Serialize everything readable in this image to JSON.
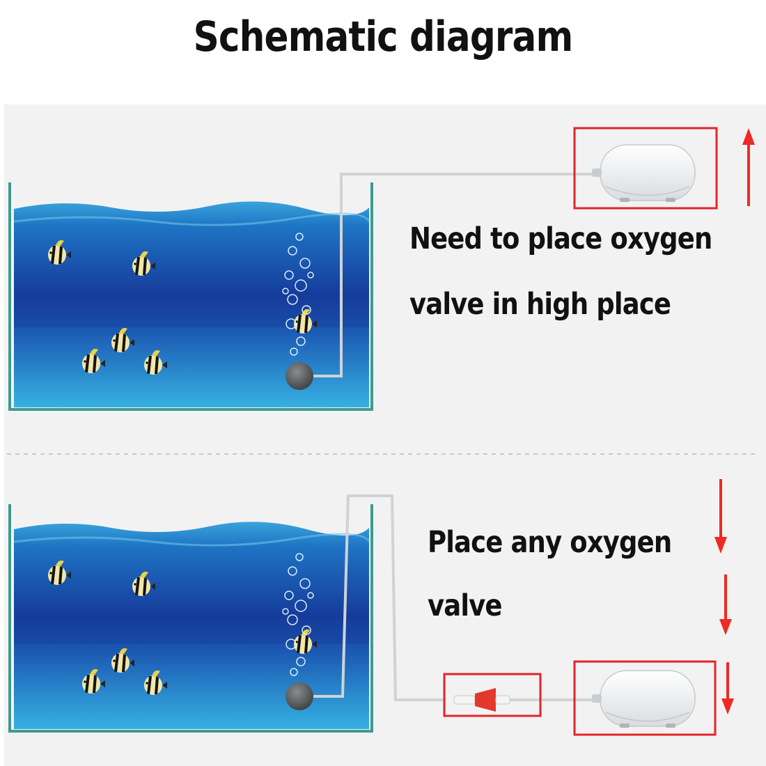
{
  "title": "Schematic diagram",
  "top_scene": {
    "caption_line1": "Need to place oxygen",
    "caption_line2": "valve in high place",
    "arrow_direction": "up"
  },
  "bottom_scene": {
    "caption_line1": "Place any oxygen",
    "caption_line2": "valve",
    "arrow_direction": "down"
  },
  "colors": {
    "highlight_box": "#e5232a",
    "arrow": "#ee2a24",
    "tank_frame": "#3d9b90",
    "water_dark": "#163c9c",
    "water_light": "#2aa6de"
  }
}
